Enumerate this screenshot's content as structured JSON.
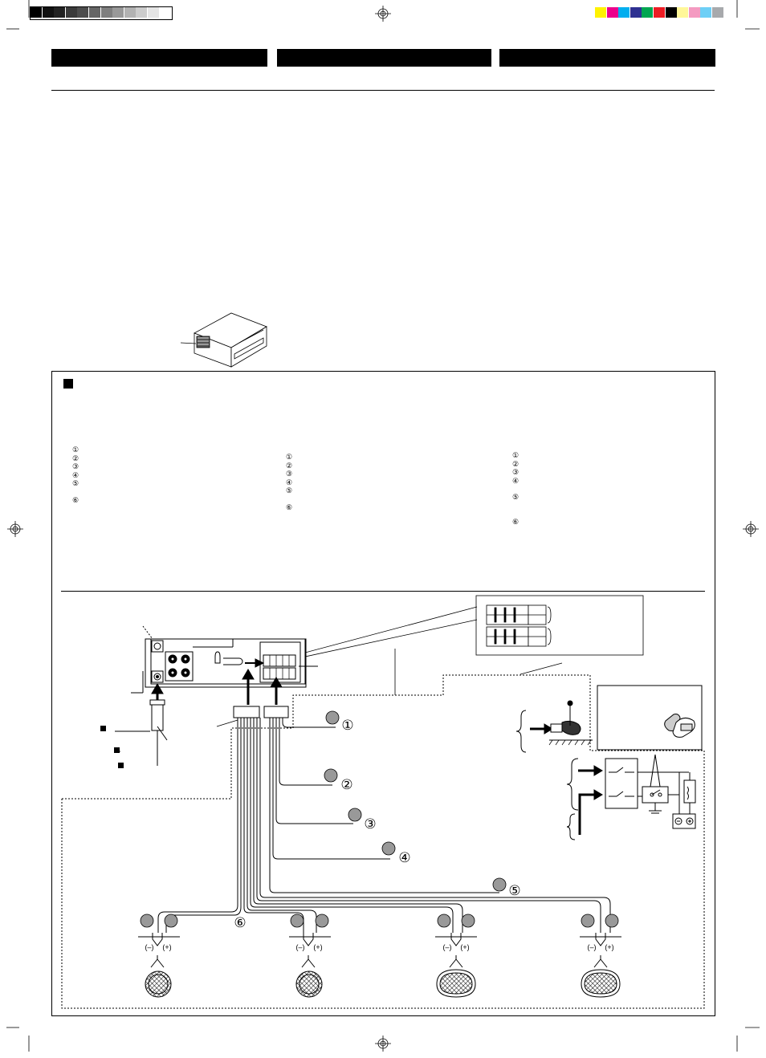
{
  "print_marks": {
    "grayscale_swatches": [
      "#000000",
      "#111111",
      "#222222",
      "#3a3a3a",
      "#4d4d4d",
      "#666666",
      "#7f7f7f",
      "#999999",
      "#b2b2b2",
      "#cccccc",
      "#e5e5e5",
      "#ffffff"
    ],
    "color_swatches": [
      "#fff200",
      "#ec008c",
      "#00aeef",
      "#2e3192",
      "#00a651",
      "#ed1c24",
      "#000000",
      "#fff799",
      "#f49ac1",
      "#6dcff6",
      "#a7a9ac"
    ]
  },
  "section": {
    "marker": "■"
  },
  "wire_list_1": {
    "markers": [
      "①",
      "②",
      "③",
      "④",
      "⑤",
      "⑥"
    ]
  },
  "wire_list_2": {
    "markers": [
      "①",
      "②",
      "③",
      "④",
      "⑤",
      "⑥"
    ]
  },
  "wire_list_3": {
    "markers": [
      "①",
      "②",
      "③",
      "④",
      "⑤",
      "⑥"
    ]
  },
  "diagram": {
    "wire_numbers": [
      "①",
      "②",
      "③",
      "④",
      "⑤",
      "⑥"
    ],
    "polarity": {
      "minus": "(–)",
      "plus": "(+)"
    }
  }
}
